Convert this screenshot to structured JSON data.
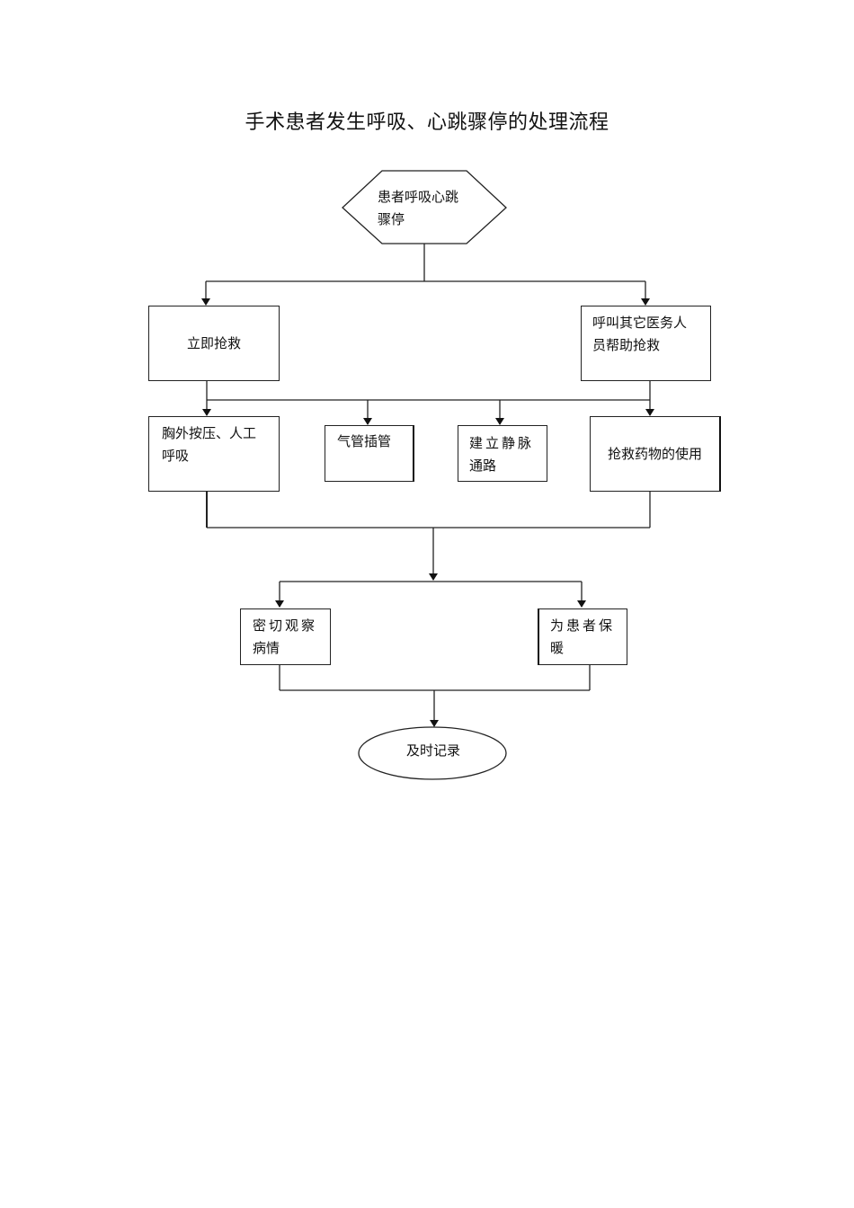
{
  "title": "手术患者发生呼吸、心跳骤停的处理流程",
  "nodes": {
    "start": {
      "line1": "患者呼吸心跳",
      "line2": "骤停"
    },
    "rescue_now": "立即抢救",
    "call_help": {
      "line1": "呼叫其它医务人",
      "line2": "员帮助抢救"
    },
    "cpr": {
      "line1": "胸外按压、人工",
      "line2": "呼吸"
    },
    "intubation": "气管插管",
    "iv_access": {
      "line1": "建立静脉",
      "line2": "通路"
    },
    "drugs": "抢救药物的使用",
    "observe": {
      "line1": "密切观察",
      "line2": "病情"
    },
    "keep_warm": {
      "line1": "为患者保",
      "line2": "暖"
    },
    "record": "及时记录"
  }
}
